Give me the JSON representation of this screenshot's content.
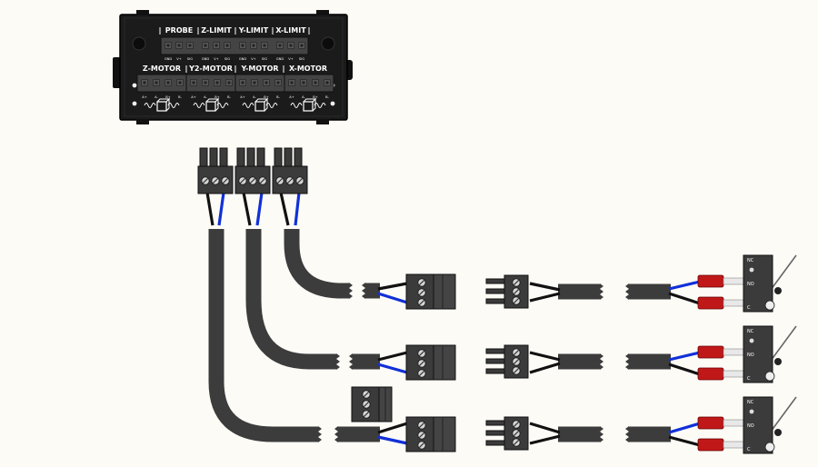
{
  "controller": {
    "limit_headers": [
      "PROBE",
      "Z-LIMIT",
      "Y-LIMIT",
      "X-LIMIT"
    ],
    "motor_headers": [
      "Z-MOTOR",
      "Y2-MOTOR",
      "Y-MOTOR",
      "X-MOTOR"
    ],
    "limit_pins": [
      "GND",
      "V+",
      "SIG"
    ],
    "motor_pins": [
      "A+",
      "A-",
      "B+",
      "B-"
    ]
  },
  "switch": {
    "terminals": [
      "NC",
      "NO",
      "C"
    ]
  },
  "colors": {
    "board": "#1a1a1a",
    "connector": "#3b3b3b",
    "cable": "#3c3c3c",
    "wire_signal": "#1030d8",
    "wire_ground": "#111111",
    "crimp": "#c01818",
    "screw": "#d4d4d4"
  },
  "icons": [
    "motor-icon",
    "screw-icon",
    "limit-switch-icon"
  ]
}
